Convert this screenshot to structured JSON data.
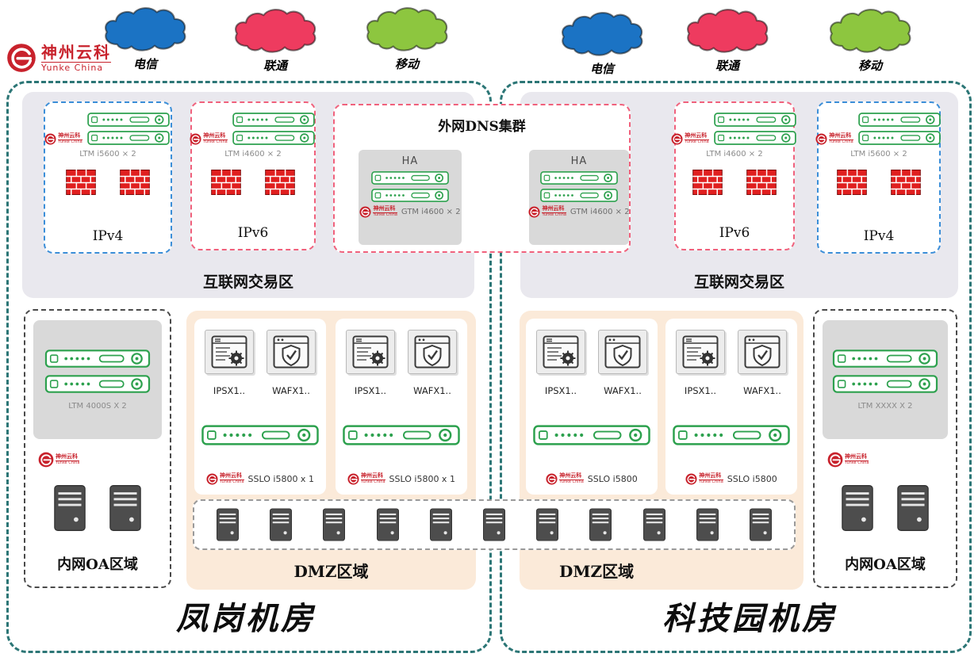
{
  "brand": {
    "name": "神州云科",
    "subname": "Yunke China"
  },
  "isps": [
    {
      "label": "电信",
      "color": "#1b73c4"
    },
    {
      "label": "联通",
      "color": "#ee3b5f"
    },
    {
      "label": "移动",
      "color": "#8dc63f"
    },
    {
      "label": "电信",
      "color": "#1b73c4"
    },
    {
      "label": "联通",
      "color": "#ee3b5f"
    },
    {
      "label": "移动",
      "color": "#8dc63f"
    }
  ],
  "dns": {
    "title": "外网DNS集群",
    "ha_label": "HA",
    "device": "GTM i4600 × 2"
  },
  "left_dc": {
    "name": "凤岗机房",
    "internet_zone_label": "互联网交易区",
    "ipv4": {
      "label": "IPv4",
      "device": "LTM i5600 × 2"
    },
    "ipv6": {
      "label": "IPv6",
      "device": "LTM i4600 × 2"
    },
    "oa": {
      "label": "内网OA区域",
      "device": "LTM 4000S X 2"
    },
    "dmz": {
      "label": "DMZ区域",
      "clusters": [
        {
          "ips": "IPSX1..",
          "waf": "WAFX1..",
          "sslo": "SSLO i5800 x 1"
        },
        {
          "ips": "IPSX1..",
          "waf": "WAFX1..",
          "sslo": "SSLO i5800 x 1"
        }
      ]
    }
  },
  "right_dc": {
    "name": "科技园机房",
    "internet_zone_label": "互联网交易区",
    "ipv6": {
      "label": "IPv6",
      "device": "LTM i4600 × 2"
    },
    "ipv4": {
      "label": "IPv4",
      "device": "LTM i5600 × 2"
    },
    "oa": {
      "label": "内网OA区域",
      "device": "LTM XXXX X 2"
    },
    "dmz": {
      "label": "DMZ区域",
      "clusters": [
        {
          "ips": "IPSX1..",
          "waf": "WAFX1..",
          "sslo": "SSLO i5800"
        },
        {
          "ips": "IPSX1..",
          "waf": "WAFX1..",
          "sslo": "SSLO i5800"
        }
      ]
    }
  },
  "dmz_server_count": 11,
  "colors": {
    "boundary_teal": "#2c7676",
    "ipv4_blue": "#3b8ed8",
    "ipv6_pink": "#f0617c",
    "device_green": "#2da14e",
    "firewall_red": "#e01f1f",
    "dmz_peach": "#fbead9",
    "zone_gray": "#e9e8ee",
    "brand_red": "#c8222c"
  }
}
